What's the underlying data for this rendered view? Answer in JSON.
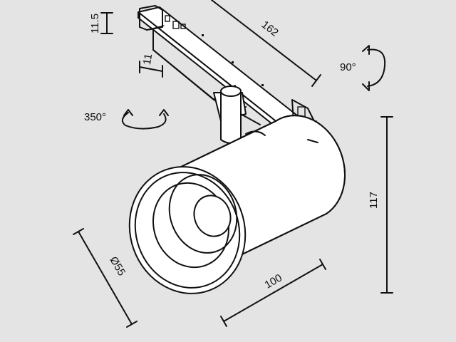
{
  "dimensions": {
    "height_connector": "11.5",
    "track_length": "162",
    "adapter_width": "11",
    "tilt_angle": "90°",
    "rotation_angle": "350°",
    "height_total": "117",
    "diameter": "Ø55",
    "body_length": "100"
  },
  "colors": {
    "background": "#e4e4e4",
    "line": "#111111",
    "fill": "#ffffff"
  }
}
